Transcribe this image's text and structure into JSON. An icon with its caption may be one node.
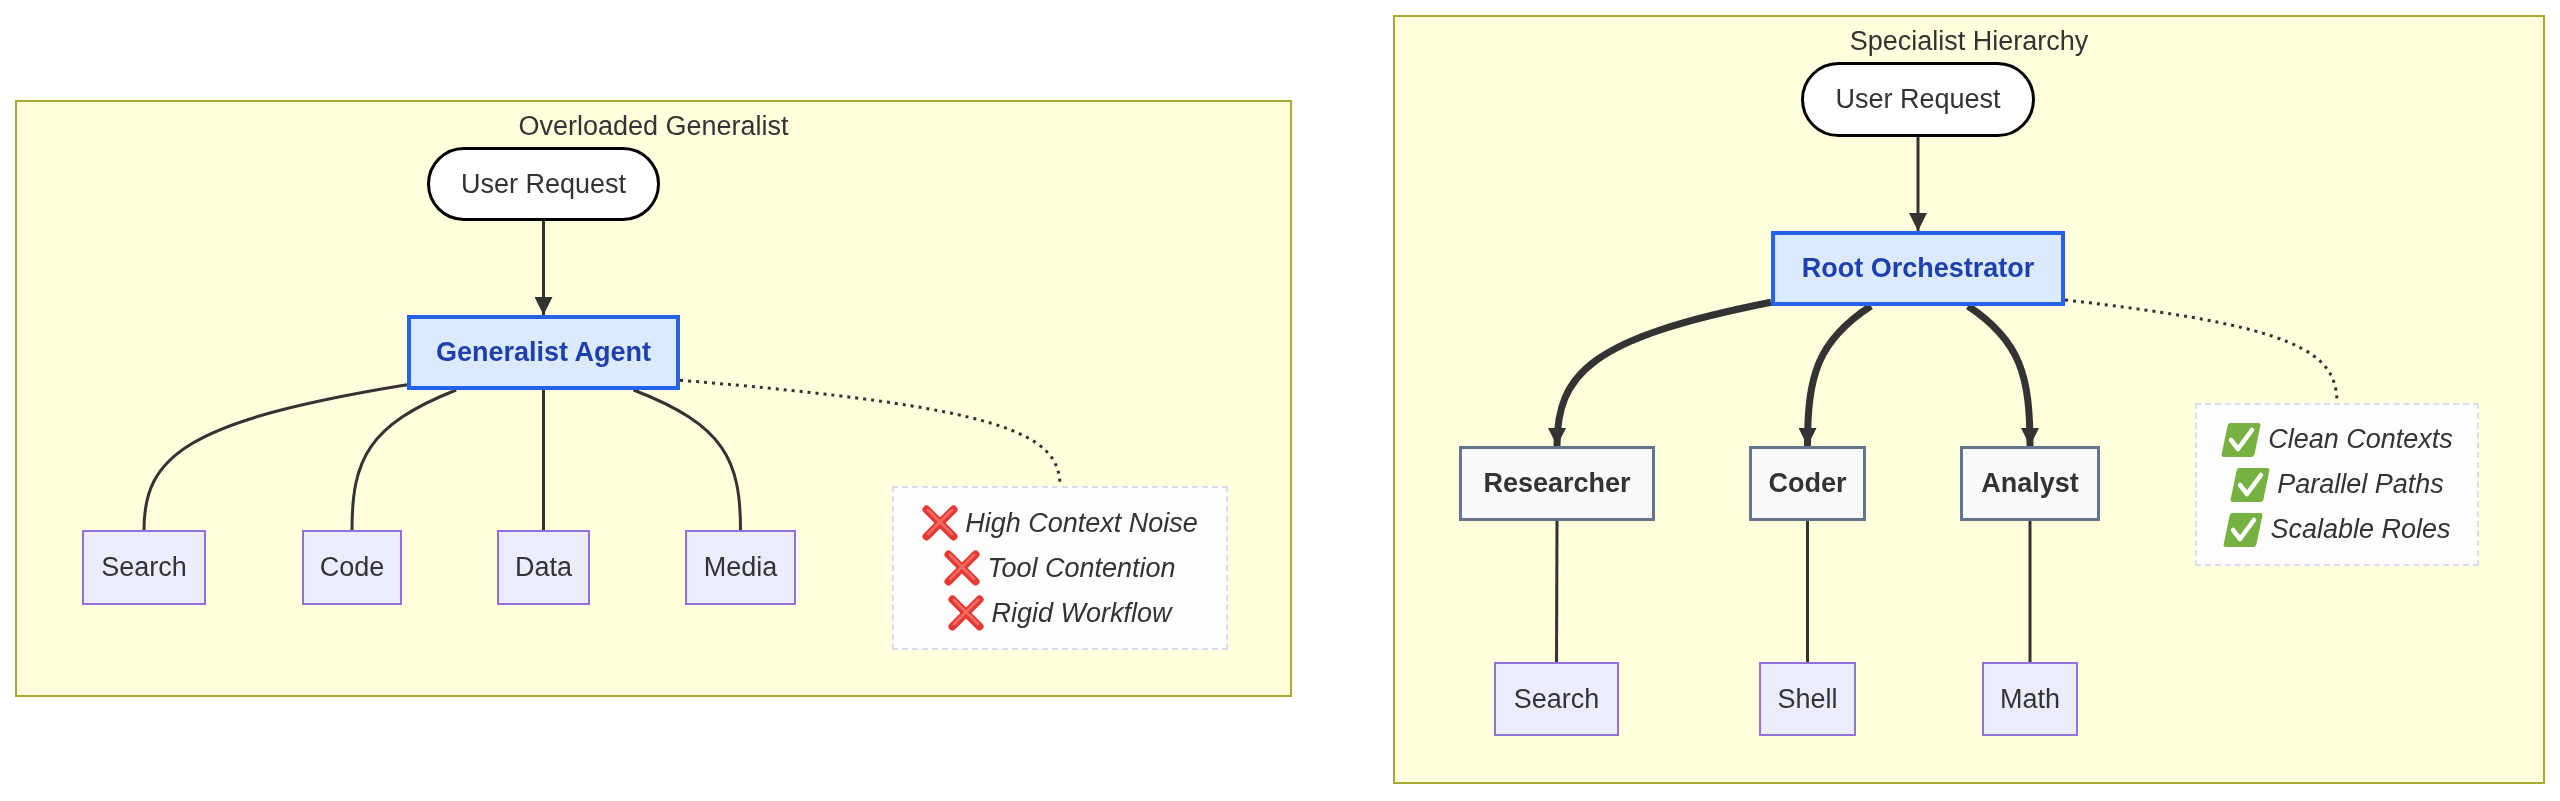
{
  "diagram": {
    "nodes": [
      {
        "text": [
          "Overloaded Generalist"
        ]
      },
      {
        "text": [
          "User Request"
        ],
        "in": 0
      },
      {
        "text": [
          "Generalist Agent"
        ],
        "in": 0
      },
      {
        "text": [
          "Search"
        ],
        "in": 0
      },
      {
        "text": [
          "Code"
        ],
        "in": 0
      },
      {
        "text": [
          "Data"
        ],
        "in": 0
      },
      {
        "text": [
          "Media"
        ],
        "in": 0
      },
      {
        "text": [
          "High Context Noise",
          "Tool Contention",
          "Rigid Workflow"
        ],
        "in": 0
      },
      {
        "text": [
          "Specialist Hierarchy"
        ]
      },
      {
        "text": [
          "User Request"
        ],
        "in": 8
      },
      {
        "text": [
          "Root Orchestrator"
        ],
        "in": 8
      },
      {
        "text": [
          "Researcher"
        ],
        "in": 8
      },
      {
        "text": [
          "Coder"
        ],
        "in": 8
      },
      {
        "text": [
          "Analyst"
        ],
        "in": 8
      },
      {
        "text": [
          "Search"
        ],
        "in": 8
      },
      {
        "text": [
          "Shell"
        ],
        "in": 8
      },
      {
        "text": [
          "Math"
        ],
        "in": 8
      },
      {
        "text": [
          "Clean Contexts",
          "Parallel Paths",
          "Scalable Roles"
        ],
        "in": 8
      }
    ],
    "edges": [
      {
        "from": 1,
        "to": 2,
        "arrow": "to"
      },
      {
        "from": 2,
        "to": 3,
        "arrow": "none"
      },
      {
        "from": 2,
        "to": 4,
        "arrow": "none"
      },
      {
        "from": 2,
        "to": 5,
        "arrow": "none"
      },
      {
        "from": 2,
        "to": 6,
        "arrow": "none"
      },
      {
        "from": 2,
        "to": 7,
        "arrow": "none",
        "style": "dashed"
      },
      {
        "from": 9,
        "to": 10,
        "arrow": "to"
      },
      {
        "from": 10,
        "to": 11,
        "arrow": "to",
        "style": "thick"
      },
      {
        "from": 10,
        "to": 12,
        "arrow": "to",
        "style": "thick"
      },
      {
        "from": 10,
        "to": 13,
        "arrow": "to",
        "style": "thick"
      },
      {
        "from": 11,
        "to": 14,
        "arrow": "none"
      },
      {
        "from": 12,
        "to": 15,
        "arrow": "none"
      },
      {
        "from": 13,
        "to": 16,
        "arrow": "none"
      },
      {
        "from": 10,
        "to": 17,
        "arrow": "none",
        "style": "dashed"
      }
    ]
  }
}
